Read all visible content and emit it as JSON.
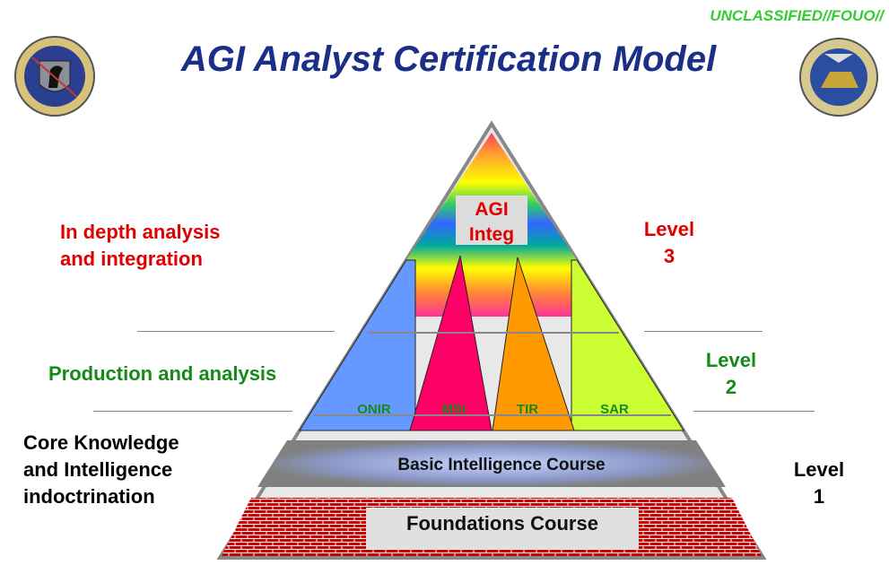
{
  "classification": "UNCLASSIFIED//FOUO//",
  "title": "AGI Analyst Certification Model",
  "logos": {
    "left": "Air Force ISR Agency seal",
    "right": "National Air and Space Intelligence Center seal"
  },
  "left_labels": {
    "level3": [
      "In depth analysis",
      "and integration"
    ],
    "level2": "Production and analysis",
    "level1": [
      "Core Knowledge",
      "and Intelligence",
      "indoctrination"
    ]
  },
  "right_labels": {
    "level3": [
      "Level",
      "3"
    ],
    "level2": [
      "Level",
      "2"
    ],
    "level1": [
      "Level",
      "1"
    ]
  },
  "pyramid": {
    "top": [
      "AGI",
      "Integ"
    ],
    "disciplines": [
      "ONIR",
      "MSI",
      "TIR",
      "SAR"
    ],
    "basic": "Basic Intelligence Course",
    "foundations": "Foundations Course"
  },
  "colors": {
    "title": "#1c2f86",
    "classification": "#33cc33",
    "onir": "#6699ff",
    "msi": "#ff0066",
    "tir": "#ff9900",
    "sar": "#ccff33",
    "brick": "#cc0000"
  }
}
